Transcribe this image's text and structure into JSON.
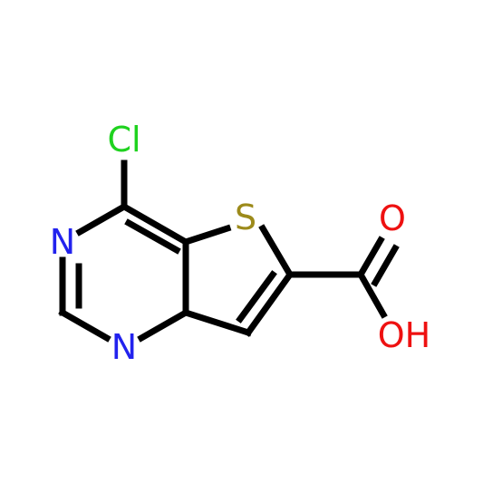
{
  "molecule": {
    "atoms": {
      "cl": {
        "label": "Cl",
        "color": "#1fd21f"
      },
      "s": {
        "label": "S",
        "color": "#9c8a1a"
      },
      "n1": {
        "label": "N",
        "color": "#2222ee"
      },
      "n2": {
        "label": "N",
        "color": "#2222ee"
      },
      "o_carbonyl": {
        "label": "O",
        "color": "#ee1111"
      },
      "oh": {
        "label": "OH",
        "color": "#ee1111"
      }
    },
    "bond_color": "#000000"
  }
}
